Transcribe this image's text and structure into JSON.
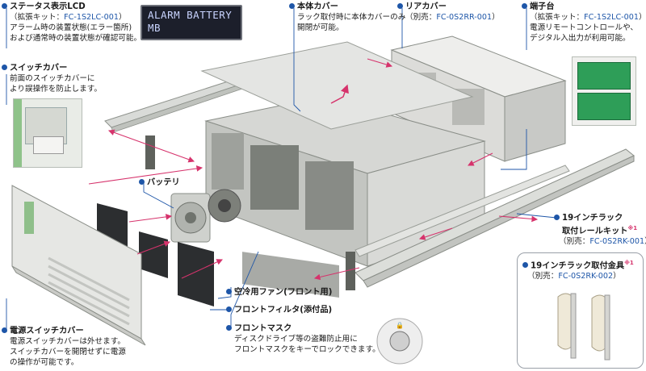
{
  "lcd": {
    "line1": "ALARM BATTERY",
    "line2": "MB"
  },
  "status_lcd": {
    "title": "ステータス表示LCD",
    "kit_prefix": "（拡張キット：",
    "kit_code": "FC-1S2LC-001",
    "kit_suffix": "）",
    "desc1": "アラーム時の装置状態(エラー箇所)",
    "desc2": "および通常時の装置状態が確認可能。"
  },
  "switch_cover": {
    "title": "スイッチカバー",
    "desc1": "前面のスイッチカバーに",
    "desc2": "より誤操作を防止します。"
  },
  "body_cover": {
    "title": "本体カバー",
    "desc1": "ラック取付時に本体カバーのみ",
    "desc2": "開閉が可能。"
  },
  "rear_cover": {
    "title": "リアカバー",
    "sale_prefix": "（別売：",
    "code": "FC-0S2RR-001",
    "sale_suffix": "）"
  },
  "terminal": {
    "title": "端子台",
    "kit_prefix": "（拡張キット：",
    "kit_code": "FC-1S2LC-001",
    "kit_suffix": "）",
    "desc1": "電源リモートコントロールや、",
    "desc2": "デジタル入出力が利用可能。"
  },
  "battery": {
    "title": "バッテリ"
  },
  "rail_kit": {
    "title1": "19インチラック",
    "title2": "取付レールキット",
    "note": "※1",
    "sale_prefix": "（別売：",
    "code": "FC-0S2RK-001",
    "sale_suffix": "）"
  },
  "bracket": {
    "title": "19インチラック取付金具",
    "note": "※1",
    "sale_prefix": "（別売：",
    "code": "FC-0S2RK-002",
    "sale_suffix": "）"
  },
  "fan": {
    "title": "空冷用ファン(フロント用)"
  },
  "filter": {
    "title": "フロントフィルタ(添付品)"
  },
  "power_switch_cover": {
    "title": "電源スイッチカバー",
    "desc1": "電源スイッチカバーは外せます。",
    "desc2": "スイッチカバーを開閉せずに電源",
    "desc3": "の操作が可能です。"
  },
  "front_mask": {
    "title": "フロントマスク",
    "desc1": "ディスクドライブ等の盗難防止用に",
    "desc2": "フロントマスクをキーでロックできます。"
  },
  "colors": {
    "accent": "#1e56a8",
    "arrow": "#d6336c",
    "leader": "#1e56a8"
  }
}
